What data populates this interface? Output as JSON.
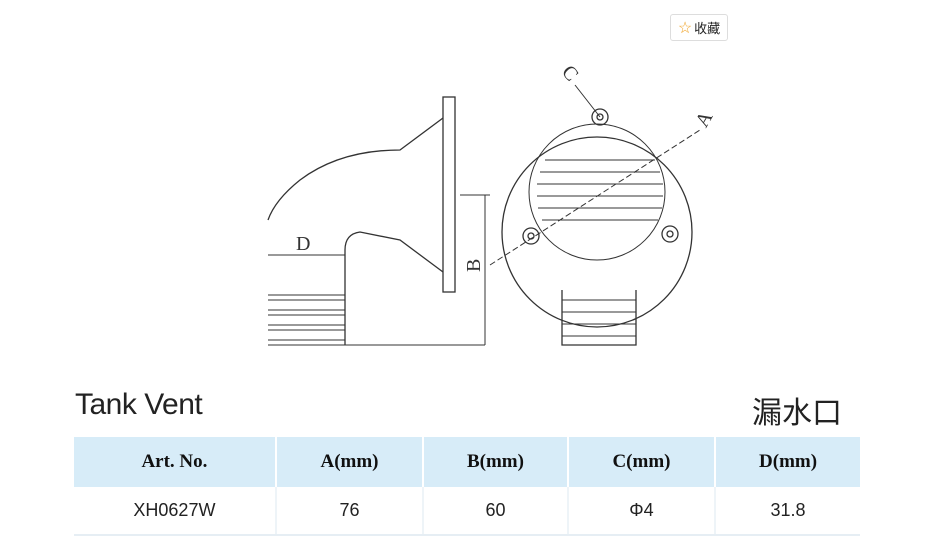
{
  "favorite": {
    "icon": "star-icon",
    "label": "收藏"
  },
  "drawing": {
    "labels": {
      "a": "A",
      "b": "B",
      "c": "C",
      "d": "D"
    }
  },
  "product": {
    "title_en": "Tank Vent",
    "title_cn": "漏水口"
  },
  "table": {
    "headers": [
      "Art. No.",
      "A(mm)",
      "B(mm)",
      "C(mm)",
      "D(mm)"
    ],
    "rows": [
      [
        "XH0627W",
        "76",
        "60",
        "Φ4",
        "31.8"
      ]
    ]
  }
}
